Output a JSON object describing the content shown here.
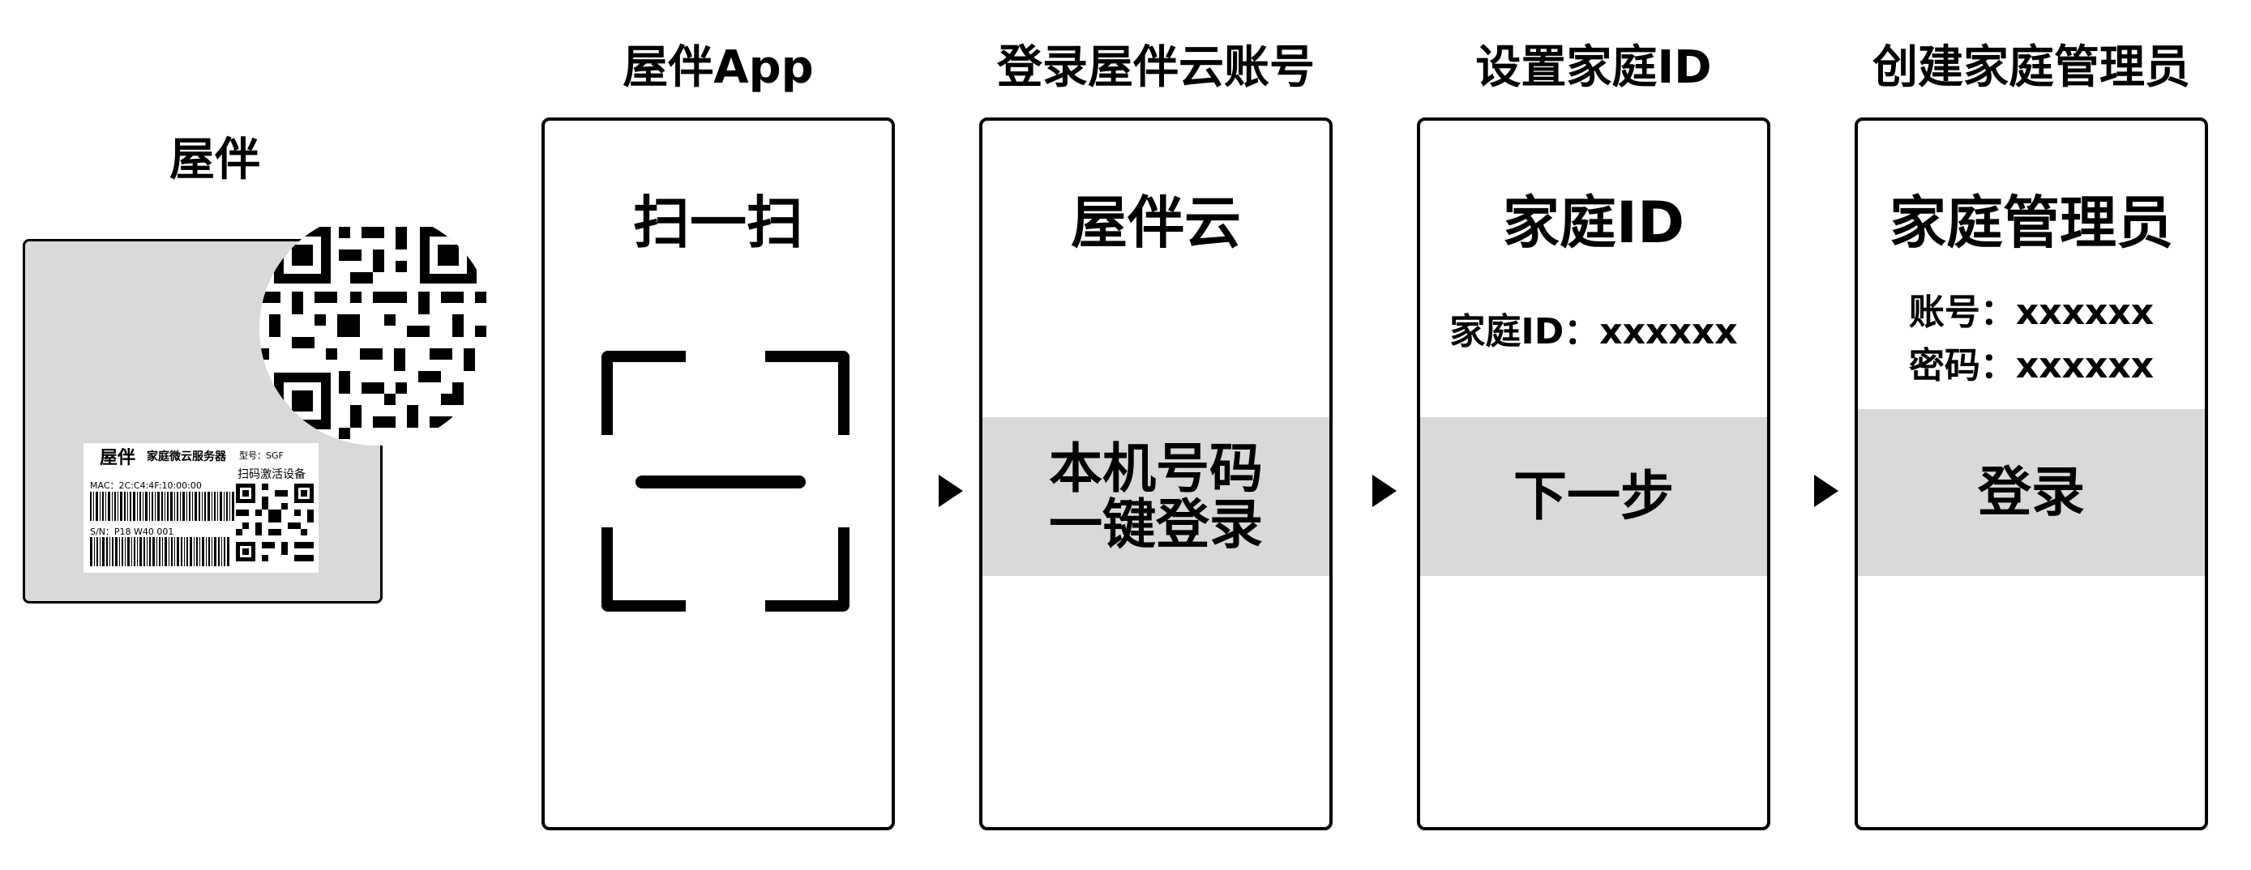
{
  "device": {
    "title": "屋伴",
    "label_brand": "屋伴",
    "label_desc": "家庭微云服务器",
    "label_model": "型号：SGF",
    "label_scan": "扫码激活设备",
    "label_mac": "MAC：2C:C4:4F:10:00:00",
    "label_sn": "S/N：P18 W40 001"
  },
  "steps": [
    {
      "heading": "屋伴App",
      "screen_title": "扫一扫"
    },
    {
      "heading": "登录屋伴云账号",
      "screen_title": "屋伴云",
      "band_line1": "本机号码",
      "band_line2": "一键登录"
    },
    {
      "heading": "设置家庭ID",
      "screen_title": "家庭ID",
      "field": "家庭ID：xxxxxx",
      "band": "下一步"
    },
    {
      "heading": "创建家庭管理员",
      "screen_title": "家庭管理员",
      "account": "账号：xxxxxx",
      "password": "密码：xxxxxx",
      "band": "登录"
    }
  ],
  "colors": {
    "band": "#d9d9d9",
    "device_body": "#d9d9d9",
    "stroke": "#000000"
  }
}
